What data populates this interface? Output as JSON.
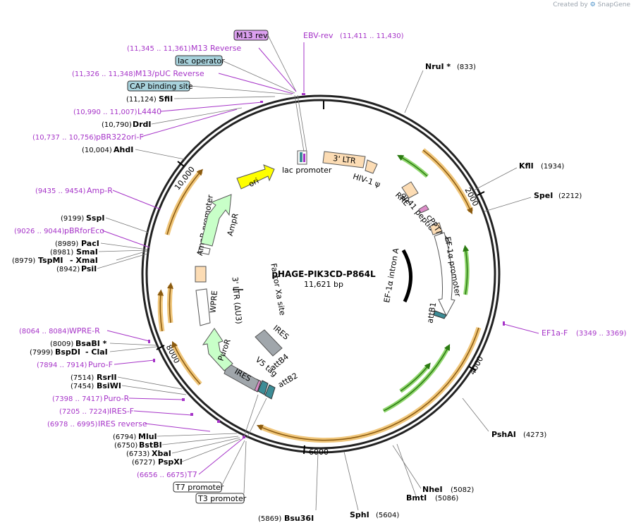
{
  "credit": {
    "prefix": "Created by",
    "brand": "SnapGene"
  },
  "plasmid": {
    "name": "pHAGE-PIK3CD-P864L",
    "size_label": "11,621 bp",
    "length": 11621
  },
  "tick_labels": [
    "2000",
    "4000",
    "6000",
    "8000",
    "10,000"
  ],
  "colors": {
    "primer": "#a634c8",
    "orf": "#e6a640",
    "orf_green": "#4fb02c",
    "ori": "#ffff00",
    "ampr": "#c8ffc8",
    "ltr": "#fcdcb4",
    "grey_feature": "#a0a6ab",
    "boxed_blue": "#a8d2dc",
    "boxed_violet": "#dca0f0"
  },
  "top_right_labels": [
    {
      "text": "EBV-rev",
      "pos": "(11,411 .. 11,430)",
      "kind": "primer"
    },
    {
      "text": "NruI *",
      "pos": "(833)",
      "kind": "enzyme"
    },
    {
      "text": "KflI",
      "pos": "(1934)",
      "kind": "enzyme"
    },
    {
      "text": "SpeI",
      "pos": "(2212)",
      "kind": "enzyme"
    },
    {
      "text": "EF1a-F",
      "pos": "(3349 .. 3369)",
      "kind": "primer"
    },
    {
      "text": "PshAI",
      "pos": "(4273)",
      "kind": "enzyme"
    },
    {
      "text": "NheI",
      "pos": "(5082)",
      "kind": "enzyme"
    },
    {
      "text": "BmtI",
      "pos": "(5086)",
      "kind": "enzyme"
    },
    {
      "text": "SphI",
      "pos": "(5604)",
      "kind": "enzyme"
    },
    {
      "text": "Bsu36I",
      "pos": "(5869)",
      "kind": "enzyme"
    }
  ],
  "left_labels": [
    {
      "text": "M13 rev",
      "pos": "",
      "kind": "box_violet"
    },
    {
      "text": "M13 Reverse",
      "pos": "(11,345 .. 11,361)",
      "kind": "primer"
    },
    {
      "text": "lac operator",
      "pos": "",
      "kind": "box_blue"
    },
    {
      "text": "M13/pUC Reverse",
      "pos": "(11,326 .. 11,348)",
      "kind": "primer"
    },
    {
      "text": "CAP binding site",
      "pos": "",
      "kind": "box_blue"
    },
    {
      "text": "SfiI",
      "pos": "(11,124)",
      "kind": "enzyme"
    },
    {
      "text": "L4440",
      "pos": "(10,990 .. 11,007)",
      "kind": "primer"
    },
    {
      "text": "DrdI",
      "pos": "(10,790)",
      "kind": "enzyme"
    },
    {
      "text": "pBR322ori-F",
      "pos": "(10,737 .. 10,756)",
      "kind": "primer"
    },
    {
      "text": "AhdI",
      "pos": "(10,004)",
      "kind": "enzyme"
    },
    {
      "text": "Amp-R",
      "pos": "(9435 .. 9454)",
      "kind": "primer"
    },
    {
      "text": "SspI",
      "pos": "(9199)",
      "kind": "enzyme"
    },
    {
      "text": "pBRforEco",
      "pos": "(9026 .. 9044)",
      "kind": "primer"
    },
    {
      "text": "PacI",
      "pos": "(8989)",
      "kind": "enzyme"
    },
    {
      "text": "SmaI",
      "pos": "(8981)",
      "kind": "enzyme"
    },
    {
      "text": "TspMI",
      "pos": "(8979)",
      "kind": "enzyme",
      "extra": "- XmaI"
    },
    {
      "text": "PsiI",
      "pos": "(8942)",
      "kind": "enzyme"
    },
    {
      "text": "WPRE-R",
      "pos": "(8064 .. 8084)",
      "kind": "primer"
    },
    {
      "text": "BsaBI *",
      "pos": "(8009)",
      "kind": "enzyme"
    },
    {
      "text": "BspDI",
      "pos": "(7999)",
      "kind": "enzyme",
      "extra": "- ClaI"
    },
    {
      "text": "Puro-F",
      "pos": "(7894 .. 7914)",
      "kind": "primer"
    },
    {
      "text": "RsrII",
      "pos": "(7514)",
      "kind": "enzyme"
    },
    {
      "text": "BsiWI",
      "pos": "(7454)",
      "kind": "enzyme"
    },
    {
      "text": "Puro-R",
      "pos": "(7398 .. 7417)",
      "kind": "primer"
    },
    {
      "text": "IRES-F",
      "pos": "(7205 .. 7224)",
      "kind": "primer"
    },
    {
      "text": "IRES reverse",
      "pos": "(6978 .. 6995)",
      "kind": "primer"
    },
    {
      "text": "MluI",
      "pos": "(6794)",
      "kind": "enzyme"
    },
    {
      "text": "BstBI",
      "pos": "(6750)",
      "kind": "enzyme"
    },
    {
      "text": "XbaI",
      "pos": "(6733)",
      "kind": "enzyme"
    },
    {
      "text": "PspXI",
      "pos": "(6727)",
      "kind": "enzyme"
    },
    {
      "text": "T7",
      "pos": "(6656 .. 6675)",
      "kind": "primer"
    },
    {
      "text": "T7 promoter",
      "pos": "",
      "kind": "box_white"
    },
    {
      "text": "T3 promoter",
      "pos": "",
      "kind": "box_white"
    }
  ],
  "feature_labels": [
    "3' LTR",
    "HIV-1 ψ",
    "RRE",
    "gp41 peptide",
    "cPPT/CTS",
    "EF-1α promoter",
    "attB1",
    "EF-1α intron A",
    "attB4",
    "attB2",
    "V5 tag",
    "IRES",
    "IRES",
    "PuroR",
    "WPRE",
    "3' LTR (ΔU3)",
    "AmpR promoter",
    "AmpR",
    "ori",
    "lac promoter",
    "Factor Xa site"
  ],
  "features": [
    {
      "name": "3' LTR",
      "start": 1,
      "end": 634
    },
    {
      "name": "HIV-1 ψ",
      "start": 681,
      "end": 806
    },
    {
      "name": "RRE",
      "start": 1303,
      "end": 1536
    },
    {
      "name": "gp41 peptide",
      "start": 1775,
      "end": 1834
    },
    {
      "name": "cPPT/CTS",
      "start": 2031,
      "end": 2148
    },
    {
      "name": "EF-1α promoter",
      "start": 2200,
      "end": 3381
    },
    {
      "name": "attB1",
      "start": 3350,
      "end": 3374
    },
    {
      "name": "attB4",
      "start": 6560,
      "end": 6584
    },
    {
      "name": "attB2",
      "start": 6590,
      "end": 6614
    },
    {
      "name": "V5 tag",
      "start": 6620,
      "end": 6662
    },
    {
      "name": "IRES",
      "start": 6670,
      "end": 7250
    },
    {
      "name": "PuroR",
      "start": 7270,
      "end": 7870
    },
    {
      "name": "WPRE",
      "start": 7940,
      "end": 8530
    },
    {
      "name": "3' LTR (ΔU3)",
      "start": 8560,
      "end": 8790
    },
    {
      "name": "AmpR promoter",
      "start": 9060,
      "end": 9160
    },
    {
      "name": "AmpR",
      "start": 9165,
      "end": 10025
    },
    {
      "name": "ori",
      "start": 10200,
      "end": 10780
    },
    {
      "name": "lac promoter",
      "start": 11280,
      "end": 11310
    }
  ]
}
